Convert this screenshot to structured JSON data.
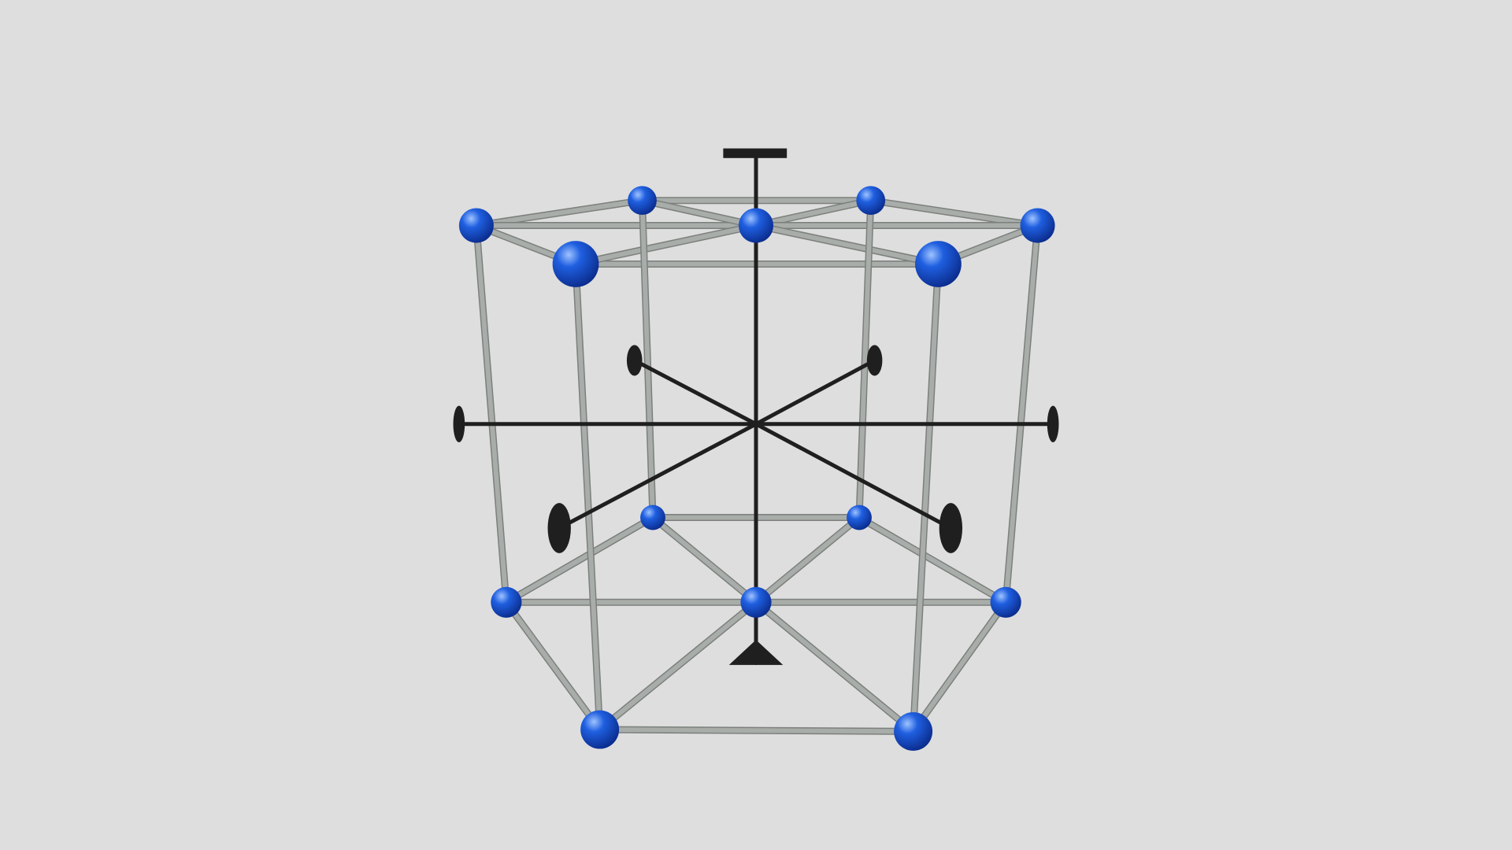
{
  "colors": {
    "background": "#dedede",
    "atom": "#1f5fe0",
    "atom_highlight": "#9fc3ff",
    "atom_shadow": "#0a2a8a",
    "bond": "#a9ada9",
    "bond_edge": "#7c807c",
    "axis": "#1f1f1f"
  },
  "structure": {
    "type": "hexagonal-prism-lattice",
    "atoms_per_face": 7,
    "faces": [
      "top",
      "bottom"
    ],
    "symmetry_elements": [
      "six-fold-axis",
      "two-fold-axes"
    ]
  }
}
